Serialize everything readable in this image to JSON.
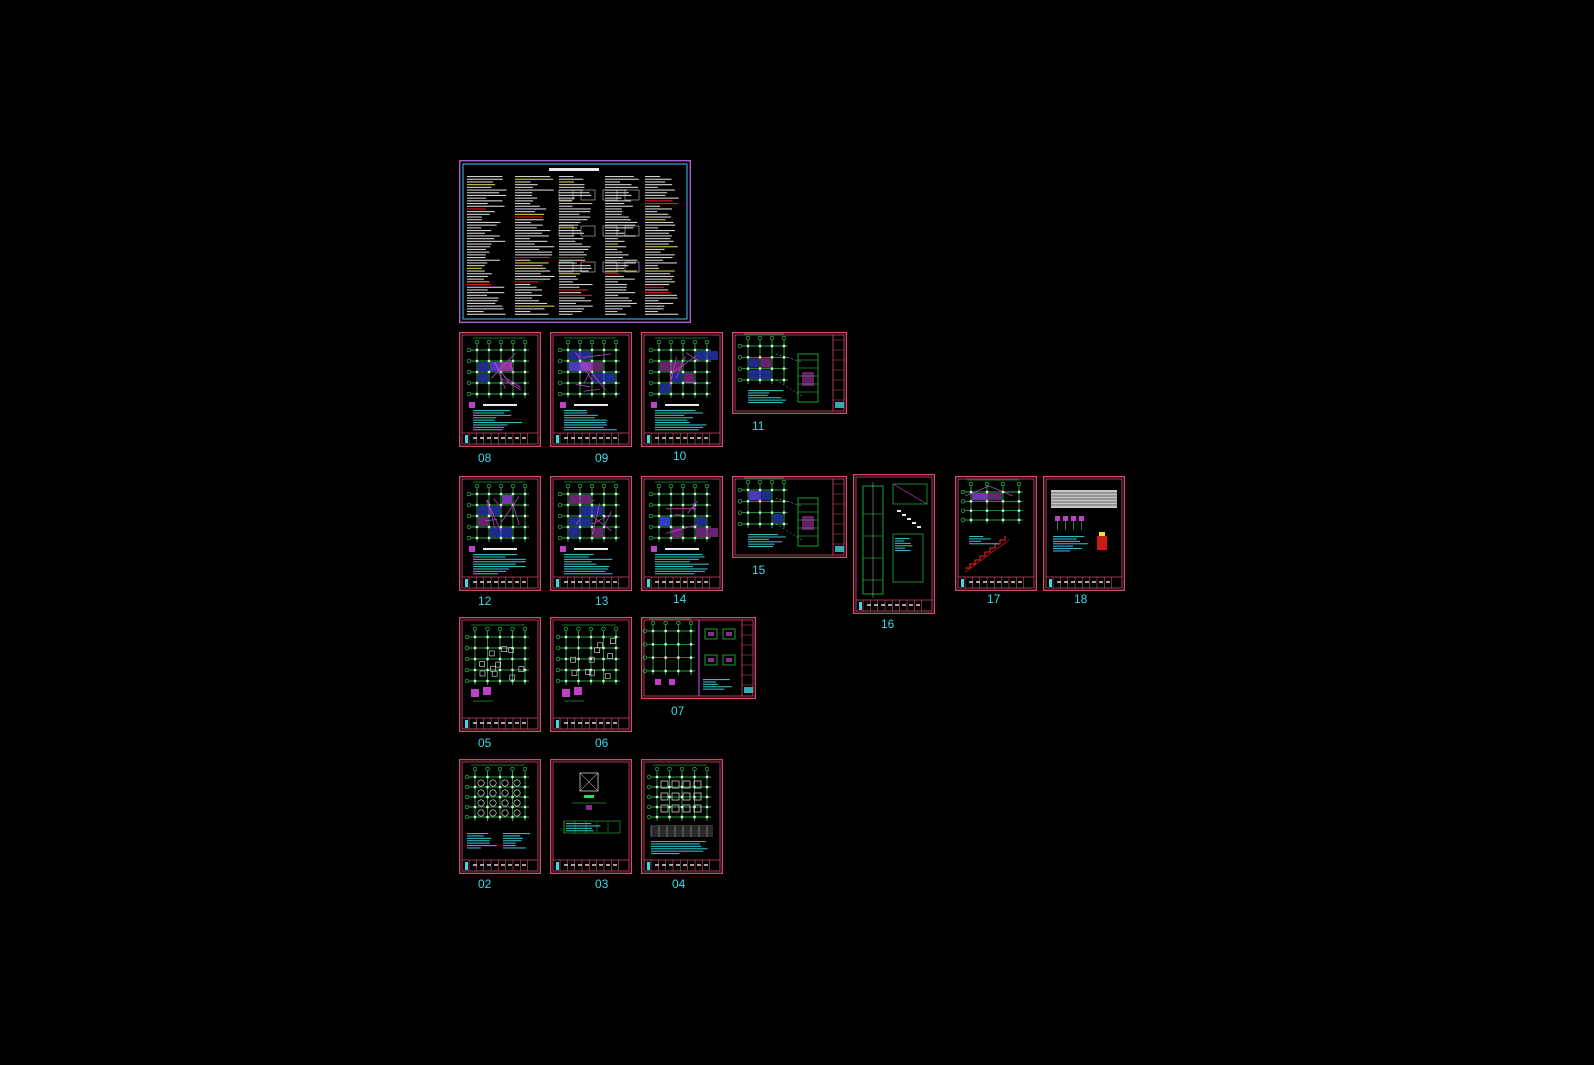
{
  "colors": {
    "background": "#000000",
    "sheet_border": "#d04a6a",
    "cover_border": "#b05ad0",
    "cover_inner": "#39c8ff",
    "plan_lines": "#28e04a",
    "fill_blue": "#3a4bff",
    "fill_magenta": "#c040c8",
    "text_cyan": "#3fd6e6",
    "text_white": "#e8e8e8",
    "accent_yellow": "#f0e040",
    "accent_red": "#ff2020"
  },
  "sheets": [
    {
      "id": "cover",
      "label": "",
      "kind": "cover"
    },
    {
      "id": "08",
      "label": "08",
      "kind": "plan"
    },
    {
      "id": "09",
      "label": "09",
      "kind": "plan"
    },
    {
      "id": "10",
      "label": "10",
      "kind": "plan"
    },
    {
      "id": "11",
      "label": "11",
      "kind": "landscape"
    },
    {
      "id": "12",
      "label": "12",
      "kind": "plan"
    },
    {
      "id": "13",
      "label": "13",
      "kind": "plan"
    },
    {
      "id": "14",
      "label": "14",
      "kind": "plan"
    },
    {
      "id": "15",
      "label": "15",
      "kind": "landscape"
    },
    {
      "id": "16",
      "label": "16",
      "kind": "section"
    },
    {
      "id": "17",
      "label": "17",
      "kind": "stair"
    },
    {
      "id": "18",
      "label": "18",
      "kind": "detail"
    },
    {
      "id": "05",
      "label": "05",
      "kind": "foundation"
    },
    {
      "id": "06",
      "label": "06",
      "kind": "foundation"
    },
    {
      "id": "07",
      "label": "07",
      "kind": "landscape-split"
    },
    {
      "id": "02",
      "label": "02",
      "kind": "pile"
    },
    {
      "id": "03",
      "label": "03",
      "kind": "sparse"
    },
    {
      "id": "04",
      "label": "04",
      "kind": "grid"
    }
  ]
}
